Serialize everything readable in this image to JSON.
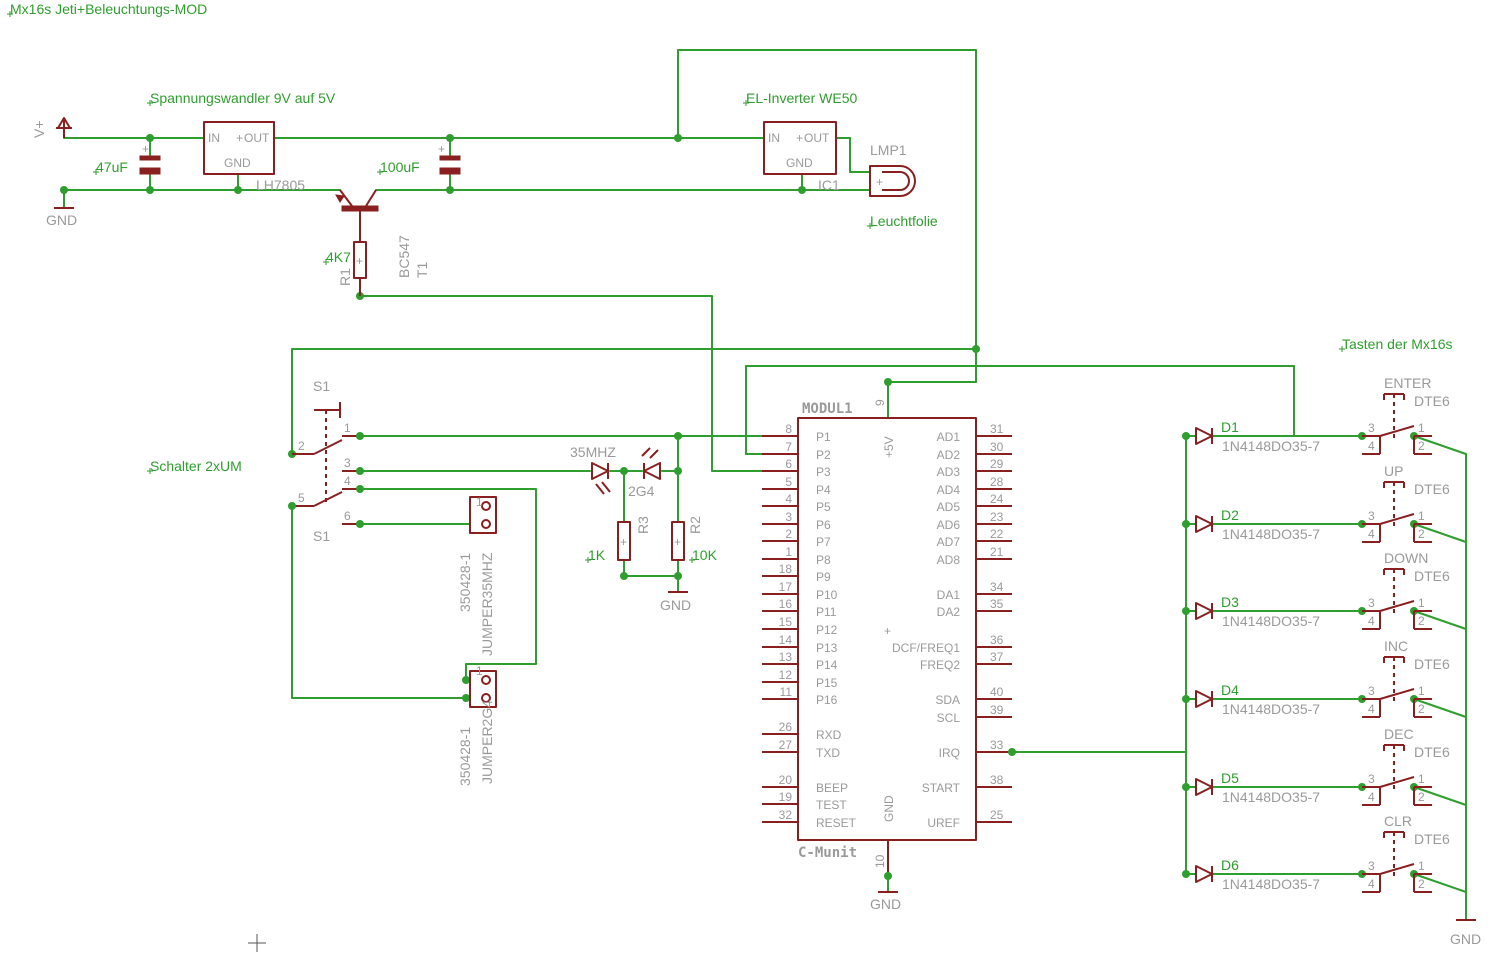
{
  "title": "Mx16s Jeti+Beleuchtungs-MOD",
  "notes": {
    "regulator": "Spannungswandler 9V auf 5V",
    "el_inverter": "EL-Inverter WE50",
    "foil": "Leuchtfolie",
    "switch": "Schalter 2xUM",
    "keys": "Tasten der Mx16s"
  },
  "power": {
    "vplus": "V+",
    "gnd": "GND"
  },
  "parts": {
    "vreg": {
      "name": "LH7805",
      "in": "IN",
      "out": "OUT",
      "gnd": "GND"
    },
    "ic1": {
      "name": "IC1",
      "in": "IN",
      "out": "OUT",
      "gnd": "GND"
    },
    "lmp1": "LMP1",
    "c1": "47uF",
    "c2": "100uF",
    "t1_name": "T1",
    "t1_value": "BC547",
    "r1_name": "R1",
    "r1_value": "4K7",
    "r2_name": "R2",
    "r2_value": "10K",
    "r3_name": "R3",
    "r3_value": "1K",
    "led1": "35MHZ",
    "led2": "2G4",
    "s1": "S1",
    "jumper1_name": "JUMPER35MHZ",
    "jumper1_value": "350428-1",
    "jumper2_name": "JUMPER2G4",
    "jumper2_value": "350428-1"
  },
  "switch_pins": [
    "1",
    "2",
    "3",
    "4",
    "5",
    "6"
  ],
  "module": {
    "name": "MODUL1",
    "value": "C-Munit",
    "vcc_label": "+5V",
    "vcc_pin": "9",
    "gnd_label": "GND",
    "gnd_pin": "10",
    "left_pins": [
      {
        "num": "8",
        "name": "P1"
      },
      {
        "num": "7",
        "name": "P2"
      },
      {
        "num": "6",
        "name": "P3"
      },
      {
        "num": "5",
        "name": "P4"
      },
      {
        "num": "4",
        "name": "P5"
      },
      {
        "num": "3",
        "name": "P6"
      },
      {
        "num": "2",
        "name": "P7"
      },
      {
        "num": "1",
        "name": "P8"
      },
      {
        "num": "18",
        "name": "P9"
      },
      {
        "num": "17",
        "name": "P10"
      },
      {
        "num": "16",
        "name": "P11"
      },
      {
        "num": "15",
        "name": "P12"
      },
      {
        "num": "14",
        "name": "P13"
      },
      {
        "num": "13",
        "name": "P14"
      },
      {
        "num": "12",
        "name": "P15"
      },
      {
        "num": "11",
        "name": "P16"
      },
      {
        "num": "26",
        "name": "RXD"
      },
      {
        "num": "27",
        "name": "TXD"
      },
      {
        "num": "20",
        "name": "BEEP"
      },
      {
        "num": "19",
        "name": "TEST"
      },
      {
        "num": "32",
        "name": "RESET"
      }
    ],
    "right_pins": [
      {
        "num": "31",
        "name": "AD1"
      },
      {
        "num": "30",
        "name": "AD2"
      },
      {
        "num": "29",
        "name": "AD3"
      },
      {
        "num": "28",
        "name": "AD4"
      },
      {
        "num": "24",
        "name": "AD5"
      },
      {
        "num": "23",
        "name": "AD6"
      },
      {
        "num": "22",
        "name": "AD7"
      },
      {
        "num": "21",
        "name": "AD8"
      },
      {
        "num": "34",
        "name": "DA1"
      },
      {
        "num": "35",
        "name": "DA2"
      },
      {
        "num": "36",
        "name": "DCF/FREQ1"
      },
      {
        "num": "37",
        "name": "FREQ2"
      },
      {
        "num": "40",
        "name": "SDA"
      },
      {
        "num": "39",
        "name": "SCL"
      },
      {
        "num": "33",
        "name": "IRQ"
      },
      {
        "num": "38",
        "name": "START"
      },
      {
        "num": "25",
        "name": "UREF"
      }
    ]
  },
  "diode_value": "1N4148DO35-7",
  "button_value": "DTE6",
  "button_pins": [
    "1",
    "2",
    "3",
    "4"
  ],
  "keys": [
    {
      "diode": "D1",
      "button": "ENTER"
    },
    {
      "diode": "D2",
      "button": "UP"
    },
    {
      "diode": "D3",
      "button": "DOWN"
    },
    {
      "diode": "D4",
      "button": "INC"
    },
    {
      "diode": "D5",
      "button": "DEC"
    },
    {
      "diode": "D6",
      "button": "CLR"
    }
  ]
}
